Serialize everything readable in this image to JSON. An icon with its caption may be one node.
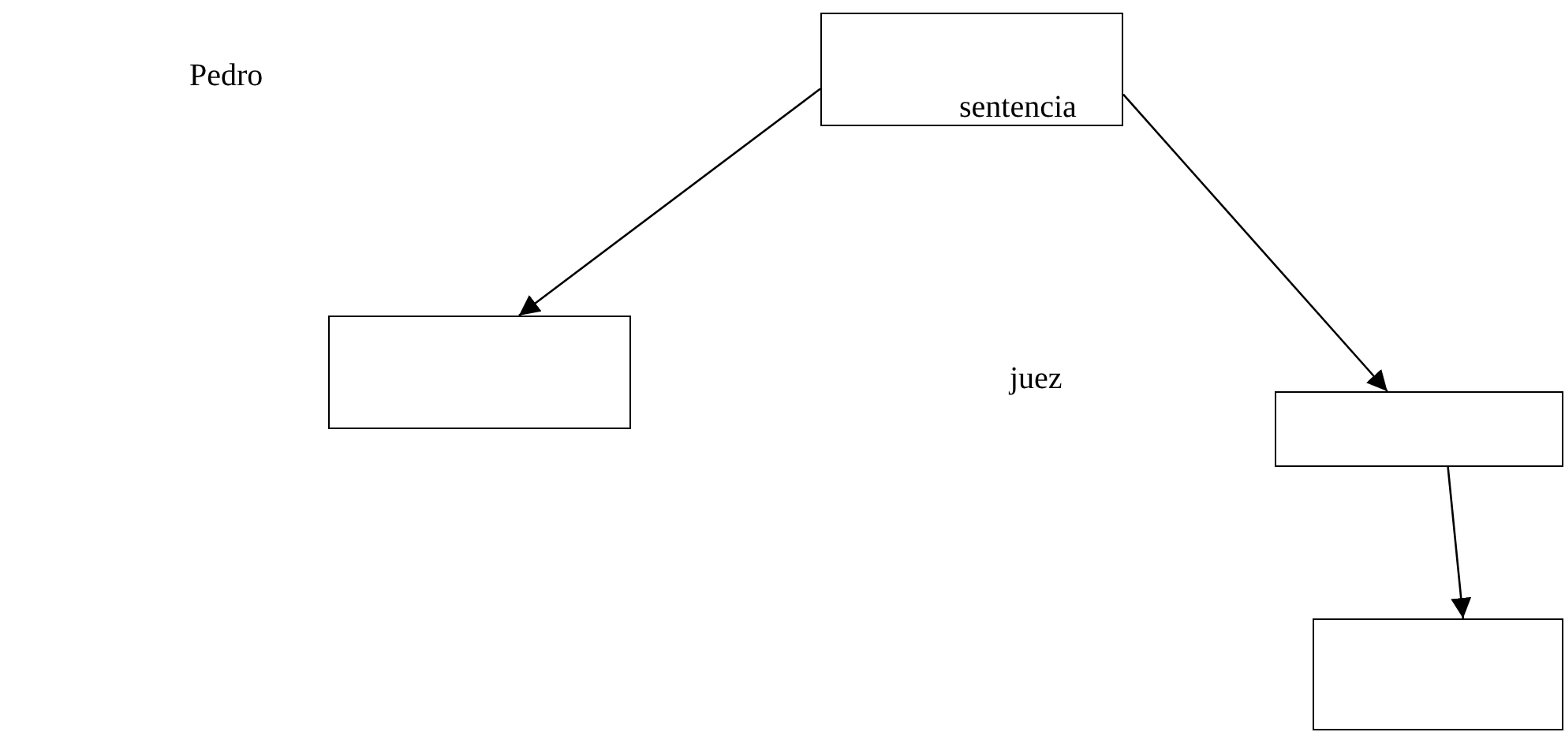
{
  "diagram": {
    "nodes": [
      {
        "text": [],
        "shape": "box"
      },
      {
        "text": [],
        "shape": "box"
      },
      {
        "text": [],
        "shape": "box"
      },
      {
        "text": [],
        "shape": "box"
      }
    ],
    "edges": [
      {
        "from": 0,
        "to": 1,
        "arrow": "to"
      },
      {
        "from": 0,
        "to": 2,
        "arrow": "to"
      },
      {
        "from": 2,
        "to": 3,
        "arrow": "to"
      }
    ],
    "labels": [
      "Pedro",
      "sentencia",
      "juez"
    ]
  }
}
